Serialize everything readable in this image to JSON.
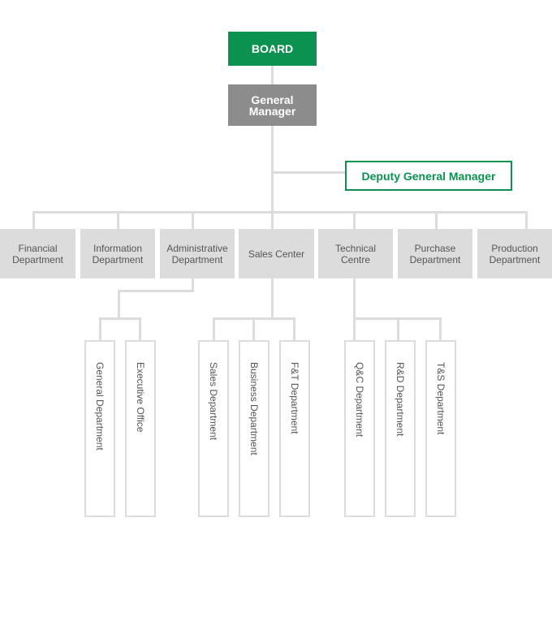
{
  "board": {
    "label": "BOARD"
  },
  "general_manager": {
    "label": "General Manager"
  },
  "deputy_general_manager": {
    "label": "Deputy General Manager"
  },
  "departments": [
    {
      "label": "Financial Department"
    },
    {
      "label": "Information Department"
    },
    {
      "label": "Administrative Department"
    },
    {
      "label": "Sales Center"
    },
    {
      "label": "Technical Centre"
    },
    {
      "label": "Purchase Department"
    },
    {
      "label": "Production Department"
    }
  ],
  "sub_units": {
    "administrative": [
      {
        "label": "General Department"
      },
      {
        "label": "Executive Office"
      }
    ],
    "sales": [
      {
        "label": "Sales Department"
      },
      {
        "label": "Business Department"
      },
      {
        "label": "F&T Department"
      }
    ],
    "technical": [
      {
        "label": "Q&C Department"
      },
      {
        "label": "R&D Department"
      },
      {
        "label": "T&S Department"
      }
    ]
  },
  "colors": {
    "brand_green": "#0b9150",
    "gm_gray": "#8c8c8c",
    "box_gray": "#dcdcdc",
    "text_gray": "#555555"
  }
}
